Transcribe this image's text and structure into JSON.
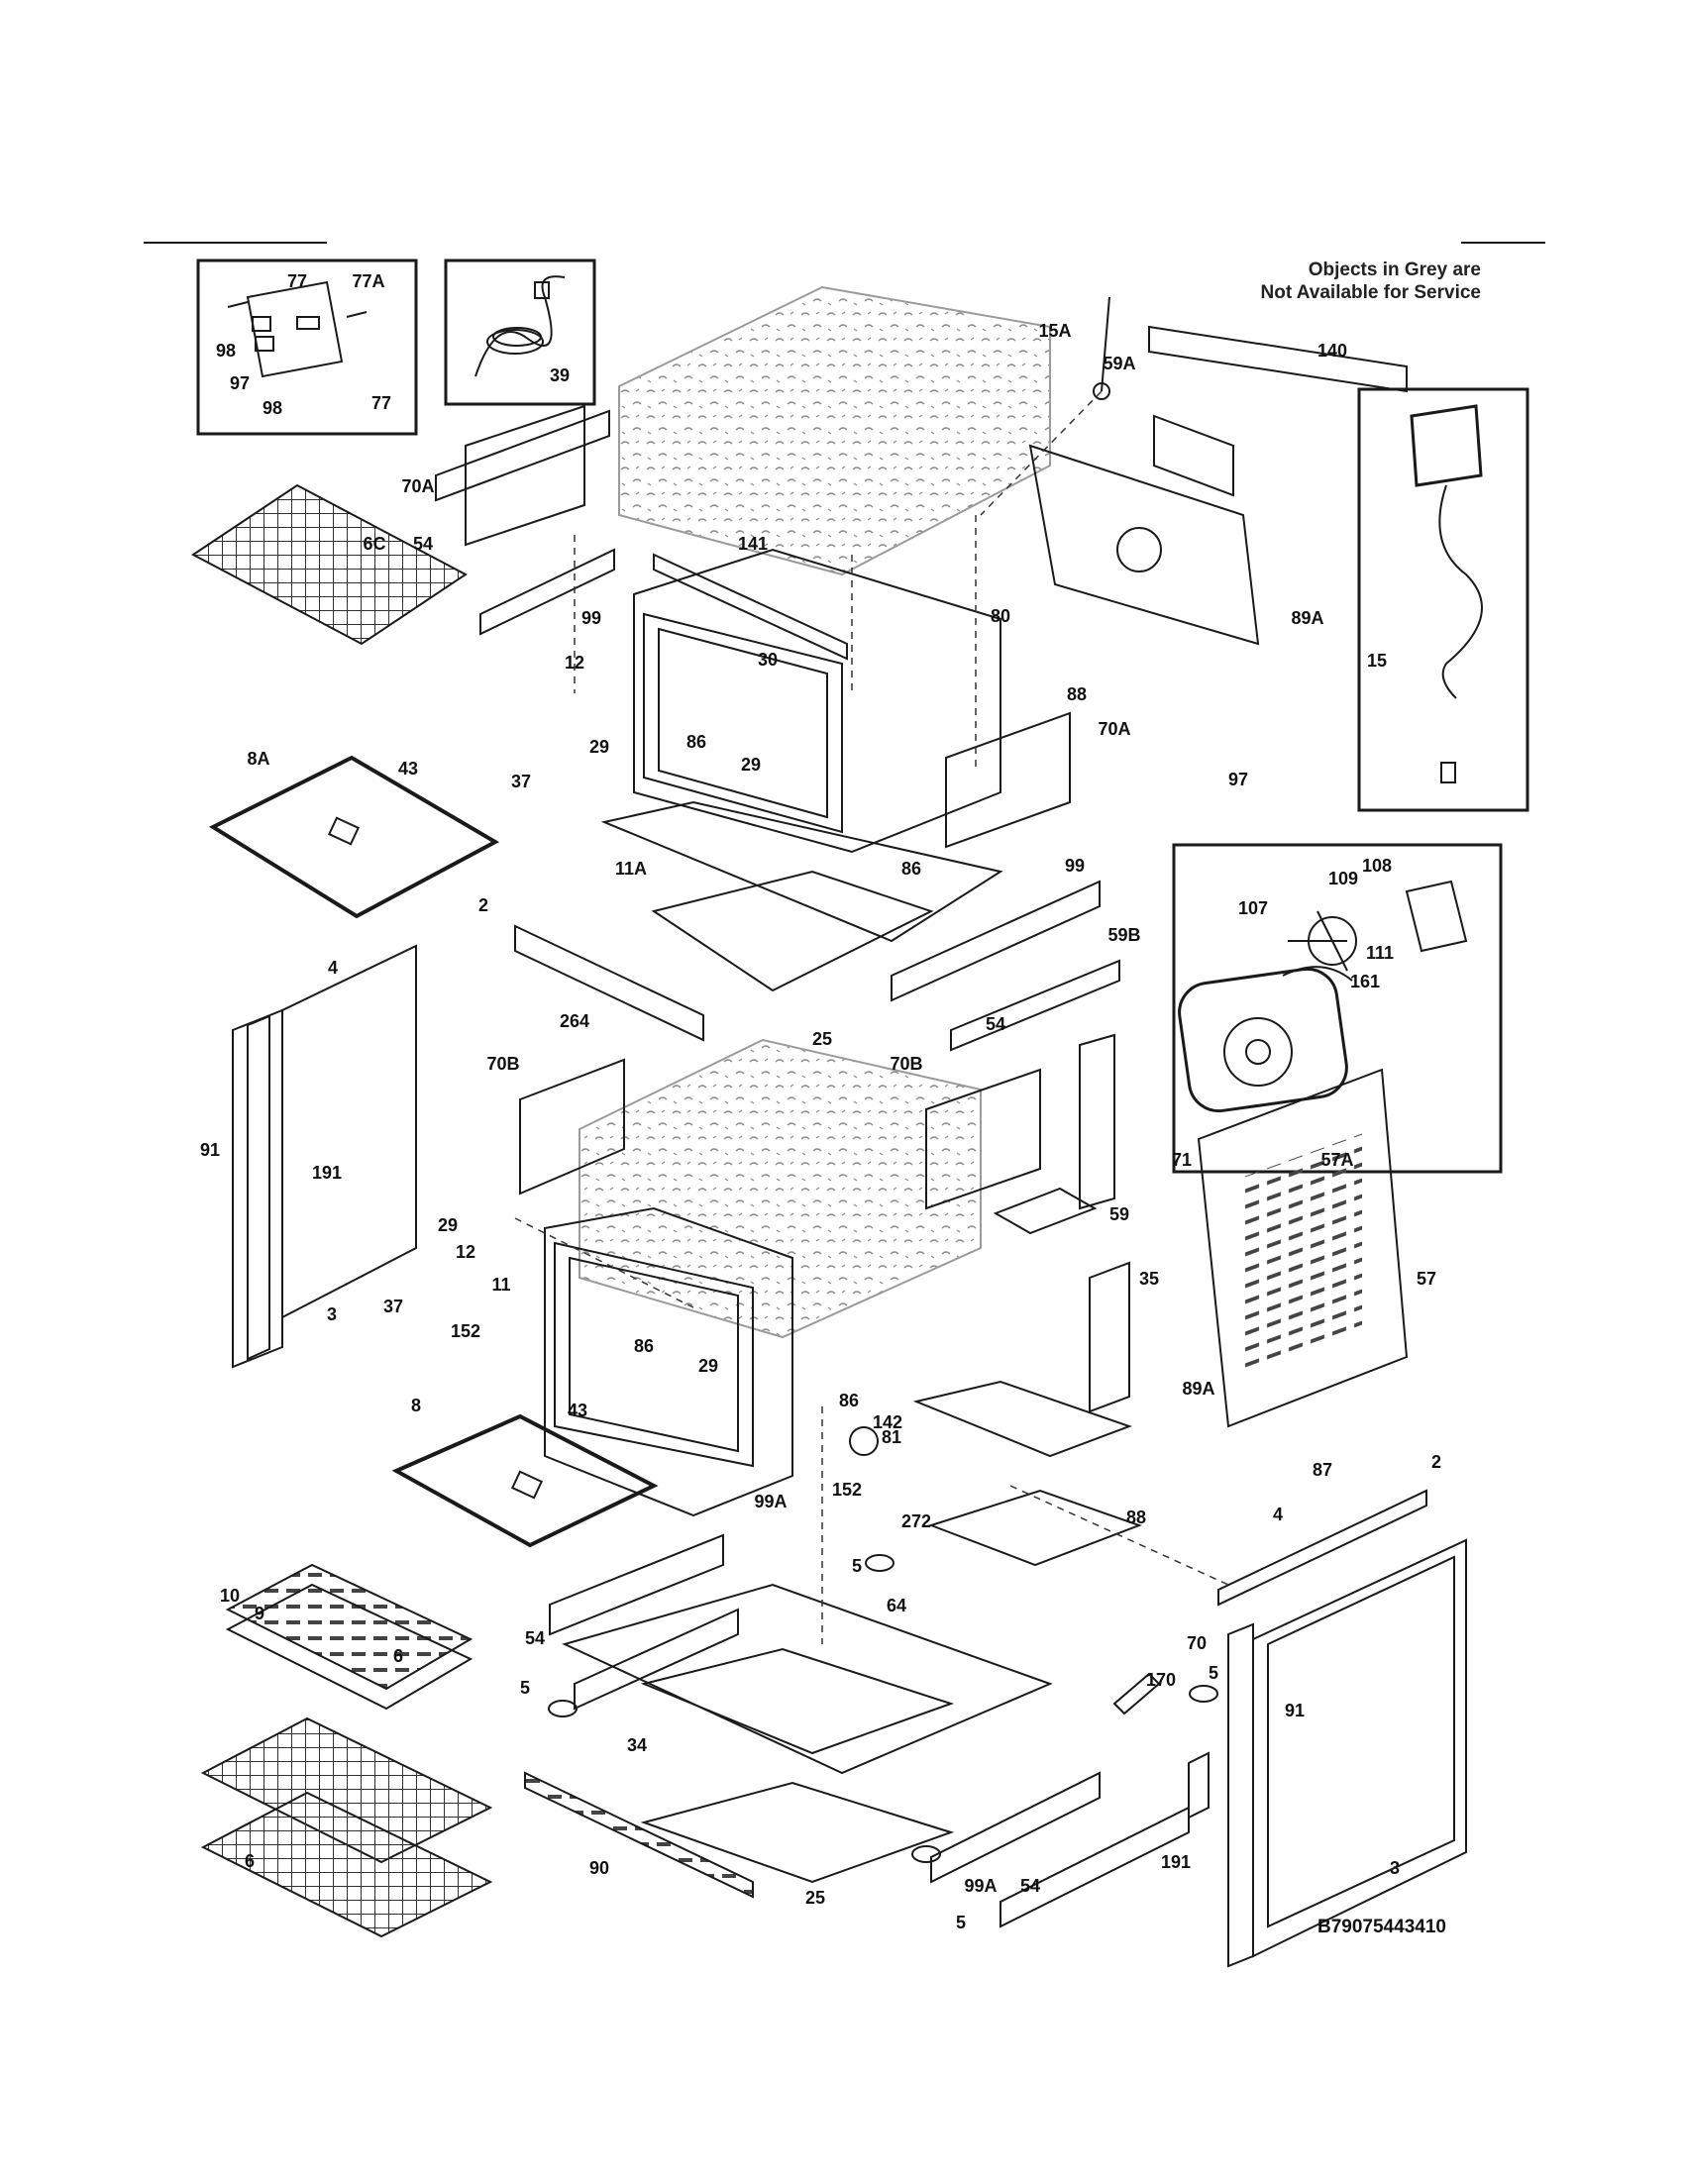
{
  "diagram": {
    "note_line1": "Objects in Grey are",
    "note_line2": "Not Available for Service",
    "drawing_code": "B79075443410",
    "colors": {
      "line": "#1a1a1a",
      "grey_part": "#cfcfcf",
      "stipple": "#9a9a9a"
    },
    "callouts": [
      {
        "id": "c1",
        "label": "77"
      },
      {
        "id": "c2",
        "label": "77A"
      },
      {
        "id": "c3",
        "label": "98"
      },
      {
        "id": "c4",
        "label": "97"
      },
      {
        "id": "c5",
        "label": "98"
      },
      {
        "id": "c6",
        "label": "77"
      },
      {
        "id": "c7",
        "label": "39"
      },
      {
        "id": "c8",
        "label": "15A"
      },
      {
        "id": "c9",
        "label": "59A"
      },
      {
        "id": "c10",
        "label": "140"
      },
      {
        "id": "c11",
        "label": "70A"
      },
      {
        "id": "c12",
        "label": "54"
      },
      {
        "id": "c13",
        "label": "6C"
      },
      {
        "id": "c14",
        "label": "99"
      },
      {
        "id": "c15",
        "label": "141"
      },
      {
        "id": "c16",
        "label": "80"
      },
      {
        "id": "c17",
        "label": "89A"
      },
      {
        "id": "c18",
        "label": "15"
      },
      {
        "id": "c19",
        "label": "12"
      },
      {
        "id": "c20",
        "label": "30"
      },
      {
        "id": "c21",
        "label": "88"
      },
      {
        "id": "c22",
        "label": "29"
      },
      {
        "id": "c23",
        "label": "86"
      },
      {
        "id": "c24",
        "label": "43"
      },
      {
        "id": "c25",
        "label": "8A"
      },
      {
        "id": "c26",
        "label": "29"
      },
      {
        "id": "c27",
        "label": "70A"
      },
      {
        "id": "c28",
        "label": "37"
      },
      {
        "id": "c29",
        "label": "97"
      },
      {
        "id": "c30",
        "label": "11A"
      },
      {
        "id": "c31",
        "label": "86"
      },
      {
        "id": "c32",
        "label": "99"
      },
      {
        "id": "c33",
        "label": "108"
      },
      {
        "id": "c34",
        "label": "109"
      },
      {
        "id": "c35",
        "label": "107"
      },
      {
        "id": "c36",
        "label": "2"
      },
      {
        "id": "c37",
        "label": "111"
      },
      {
        "id": "c38",
        "label": "161"
      },
      {
        "id": "c39",
        "label": "59B"
      },
      {
        "id": "c40",
        "label": "4"
      },
      {
        "id": "c41",
        "label": "264"
      },
      {
        "id": "c42",
        "label": "54"
      },
      {
        "id": "c43",
        "label": "25"
      },
      {
        "id": "c44",
        "label": "70B"
      },
      {
        "id": "c45",
        "label": "70B"
      },
      {
        "id": "c46",
        "label": "91"
      },
      {
        "id": "c47",
        "label": "71"
      },
      {
        "id": "c48",
        "label": "57A"
      },
      {
        "id": "c49",
        "label": "191"
      },
      {
        "id": "c50",
        "label": "59"
      },
      {
        "id": "c51",
        "label": "29"
      },
      {
        "id": "c52",
        "label": "12"
      },
      {
        "id": "c53",
        "label": "11"
      },
      {
        "id": "c54",
        "label": "35"
      },
      {
        "id": "c55",
        "label": "57"
      },
      {
        "id": "c56",
        "label": "3"
      },
      {
        "id": "c57",
        "label": "37"
      },
      {
        "id": "c58",
        "label": "152"
      },
      {
        "id": "c59",
        "label": "86"
      },
      {
        "id": "c60",
        "label": "29"
      },
      {
        "id": "c61",
        "label": "43"
      },
      {
        "id": "c62",
        "label": "86"
      },
      {
        "id": "c63",
        "label": "89A"
      },
      {
        "id": "c64",
        "label": "8"
      },
      {
        "id": "c65",
        "label": "142"
      },
      {
        "id": "c66",
        "label": "81"
      },
      {
        "id": "c67",
        "label": "87"
      },
      {
        "id": "c68",
        "label": "2"
      },
      {
        "id": "c69",
        "label": "152"
      },
      {
        "id": "c70",
        "label": "99A"
      },
      {
        "id": "c71",
        "label": "272"
      },
      {
        "id": "c72",
        "label": "4"
      },
      {
        "id": "c73",
        "label": "88"
      },
      {
        "id": "c74",
        "label": "10"
      },
      {
        "id": "c75",
        "label": "5"
      },
      {
        "id": "c76",
        "label": "9"
      },
      {
        "id": "c77",
        "label": "54"
      },
      {
        "id": "c78",
        "label": "64"
      },
      {
        "id": "c79",
        "label": "70"
      },
      {
        "id": "c80",
        "label": "6"
      },
      {
        "id": "c81",
        "label": "5"
      },
      {
        "id": "c82",
        "label": "170"
      },
      {
        "id": "c83",
        "label": "5"
      },
      {
        "id": "c84",
        "label": "91"
      },
      {
        "id": "c85",
        "label": "34"
      },
      {
        "id": "c86",
        "label": "6"
      },
      {
        "id": "c87",
        "label": "90"
      },
      {
        "id": "c88",
        "label": "25"
      },
      {
        "id": "c89",
        "label": "99A"
      },
      {
        "id": "c90",
        "label": "54"
      },
      {
        "id": "c91",
        "label": "191"
      },
      {
        "id": "c92",
        "label": "3"
      },
      {
        "id": "c93",
        "label": "5"
      }
    ]
  }
}
